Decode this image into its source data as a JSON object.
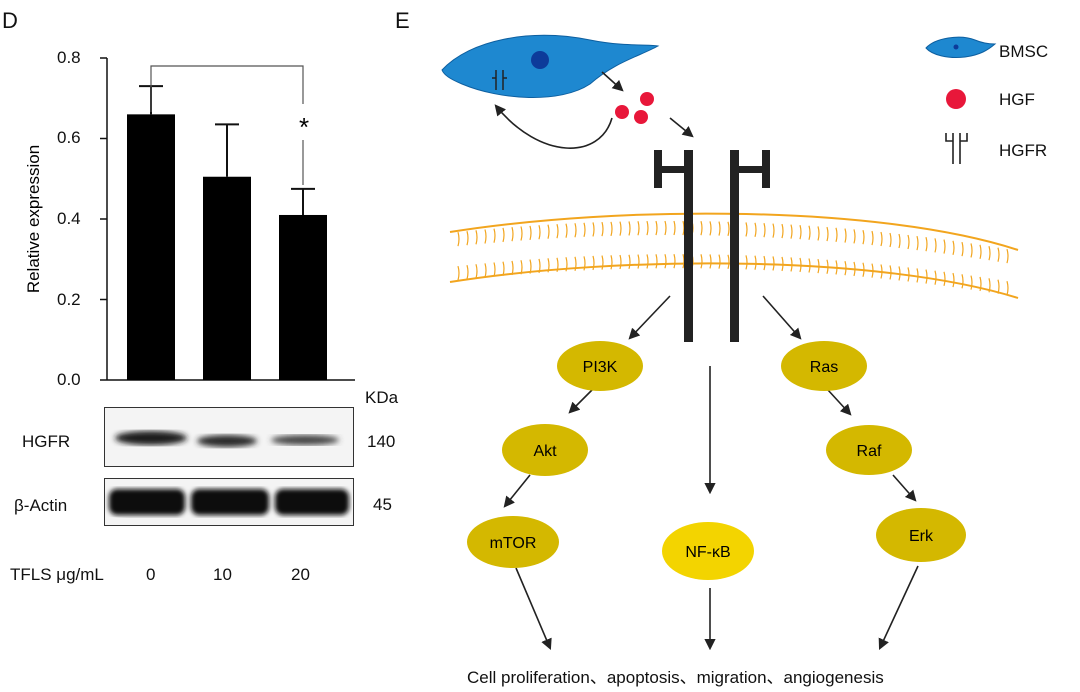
{
  "panel_d": {
    "letter": "D",
    "chart_data": {
      "type": "bar",
      "categories": [
        "0",
        "10",
        "20"
      ],
      "values": [
        0.66,
        0.505,
        0.41
      ],
      "errors": [
        0.07,
        0.13,
        0.065
      ],
      "ylabel": "Relative expression",
      "ylim": [
        0,
        0.8
      ],
      "yticks": [
        "0.0",
        "0.2",
        "0.4",
        "0.6",
        "0.8"
      ],
      "significance": {
        "between": [
          "0",
          "20"
        ],
        "label": "*"
      },
      "bar_color": "#000000"
    },
    "blot": {
      "unit_header": "KDa",
      "rows": [
        {
          "label": "HGFR",
          "size": "140"
        },
        {
          "label": "β-Actin",
          "size": "45"
        }
      ]
    },
    "treatment": {
      "label": "TFLS μg/mL",
      "doses": [
        "0",
        "10",
        "20"
      ]
    }
  },
  "panel_e": {
    "letter": "E",
    "legend": [
      {
        "label": "BMSC",
        "icon": "bmsc-cell-icon"
      },
      {
        "label": "HGF",
        "icon": "hgf-dot-icon"
      },
      {
        "label": "HGFR",
        "icon": "hgfr-receptor-icon"
      }
    ],
    "colors": {
      "cell": "#1e88d0",
      "hgf": "#e8173a",
      "membrane": "#f2a51e",
      "node": "#d4b800",
      "node_bright": "#f3d400"
    },
    "left_pathway": [
      "PI3K",
      "Akt",
      "mTOR"
    ],
    "center_pathway": [
      "NF-κB"
    ],
    "right_pathway": [
      "Ras",
      "Raf",
      "Erk"
    ],
    "outcome": "Cell proliferation、apoptosis、migration、angiogenesis"
  }
}
